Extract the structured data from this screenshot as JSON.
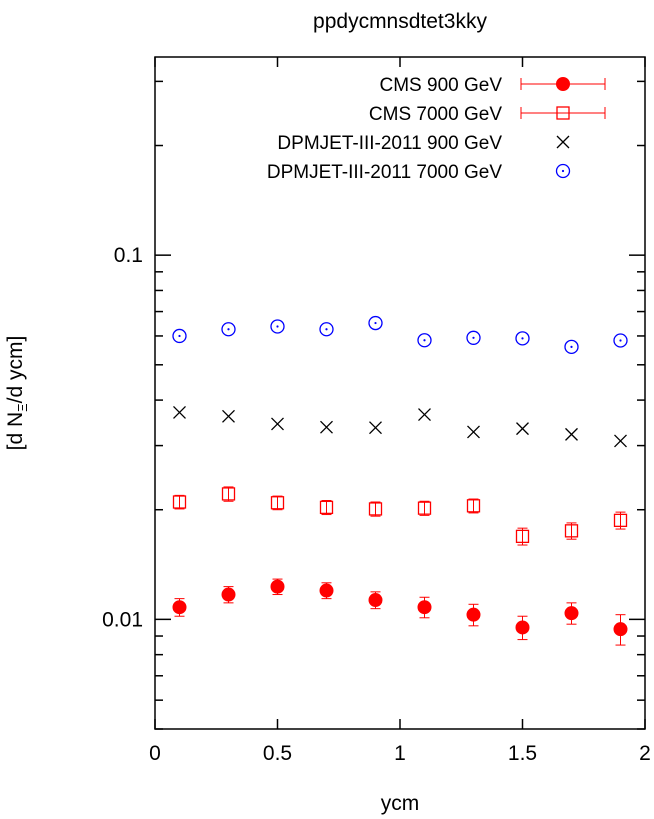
{
  "chart_data": {
    "type": "scatter",
    "title": "ppdycmnsdtet3kky",
    "xlabel": "ycm",
    "ylabel_prefix": "[d N",
    "ylabel_sub": "Ξ",
    "ylabel_suffix": "/d ycm]",
    "xlim": [
      0,
      2
    ],
    "ylim": [
      0.005,
      0.35
    ],
    "yscale": "log",
    "grid": false,
    "legend_position": "top-right",
    "x_ticks": [
      {
        "value": 0,
        "label": "0"
      },
      {
        "value": 0.5,
        "label": "0.5"
      },
      {
        "value": 1,
        "label": "1"
      },
      {
        "value": 1.5,
        "label": "1.5"
      },
      {
        "value": 2,
        "label": "2"
      }
    ],
    "y_ticks": [
      {
        "value": 0.01,
        "label": "0.01"
      },
      {
        "value": 0.1,
        "label": "0.1"
      }
    ],
    "x": [
      0.1,
      0.3,
      0.5,
      0.7,
      0.9,
      1.1,
      1.3,
      1.5,
      1.7,
      1.9
    ],
    "series": [
      {
        "name": "CMS 900 GeV",
        "marker": "filled-circle",
        "color": "#ff0000",
        "error_bars": true,
        "values": [
          0.0108,
          0.0117,
          0.0123,
          0.012,
          0.0113,
          0.0108,
          0.0103,
          0.0095,
          0.0104,
          0.0094
        ],
        "errors": [
          0.0006,
          0.0006,
          0.0006,
          0.0006,
          0.0006,
          0.0007,
          0.0007,
          0.0007,
          0.0007,
          0.0009
        ]
      },
      {
        "name": "CMS 7000 GeV",
        "marker": "open-square",
        "color": "#ff0000",
        "error_bars": true,
        "values": [
          0.021,
          0.0221,
          0.0209,
          0.0203,
          0.0201,
          0.0202,
          0.0205,
          0.0169,
          0.0175,
          0.0187
        ],
        "errors": [
          0.0009,
          0.001,
          0.0009,
          0.0009,
          0.0009,
          0.0009,
          0.0009,
          0.0009,
          0.0009,
          0.001
        ]
      },
      {
        "name": "DPMJET-III-2011 900 GeV",
        "marker": "cross",
        "color": "#000000",
        "error_bars": false,
        "values": [
          0.037,
          0.0361,
          0.0344,
          0.0337,
          0.0336,
          0.0365,
          0.0327,
          0.0334,
          0.0322,
          0.0309
        ]
      },
      {
        "name": "DPMJET-III-2011 7000 GeV",
        "marker": "dotted-circle",
        "color": "#0000ff",
        "error_bars": false,
        "values": [
          0.06,
          0.0626,
          0.0637,
          0.0626,
          0.0651,
          0.0584,
          0.0593,
          0.0591,
          0.056,
          0.0583
        ]
      }
    ]
  }
}
